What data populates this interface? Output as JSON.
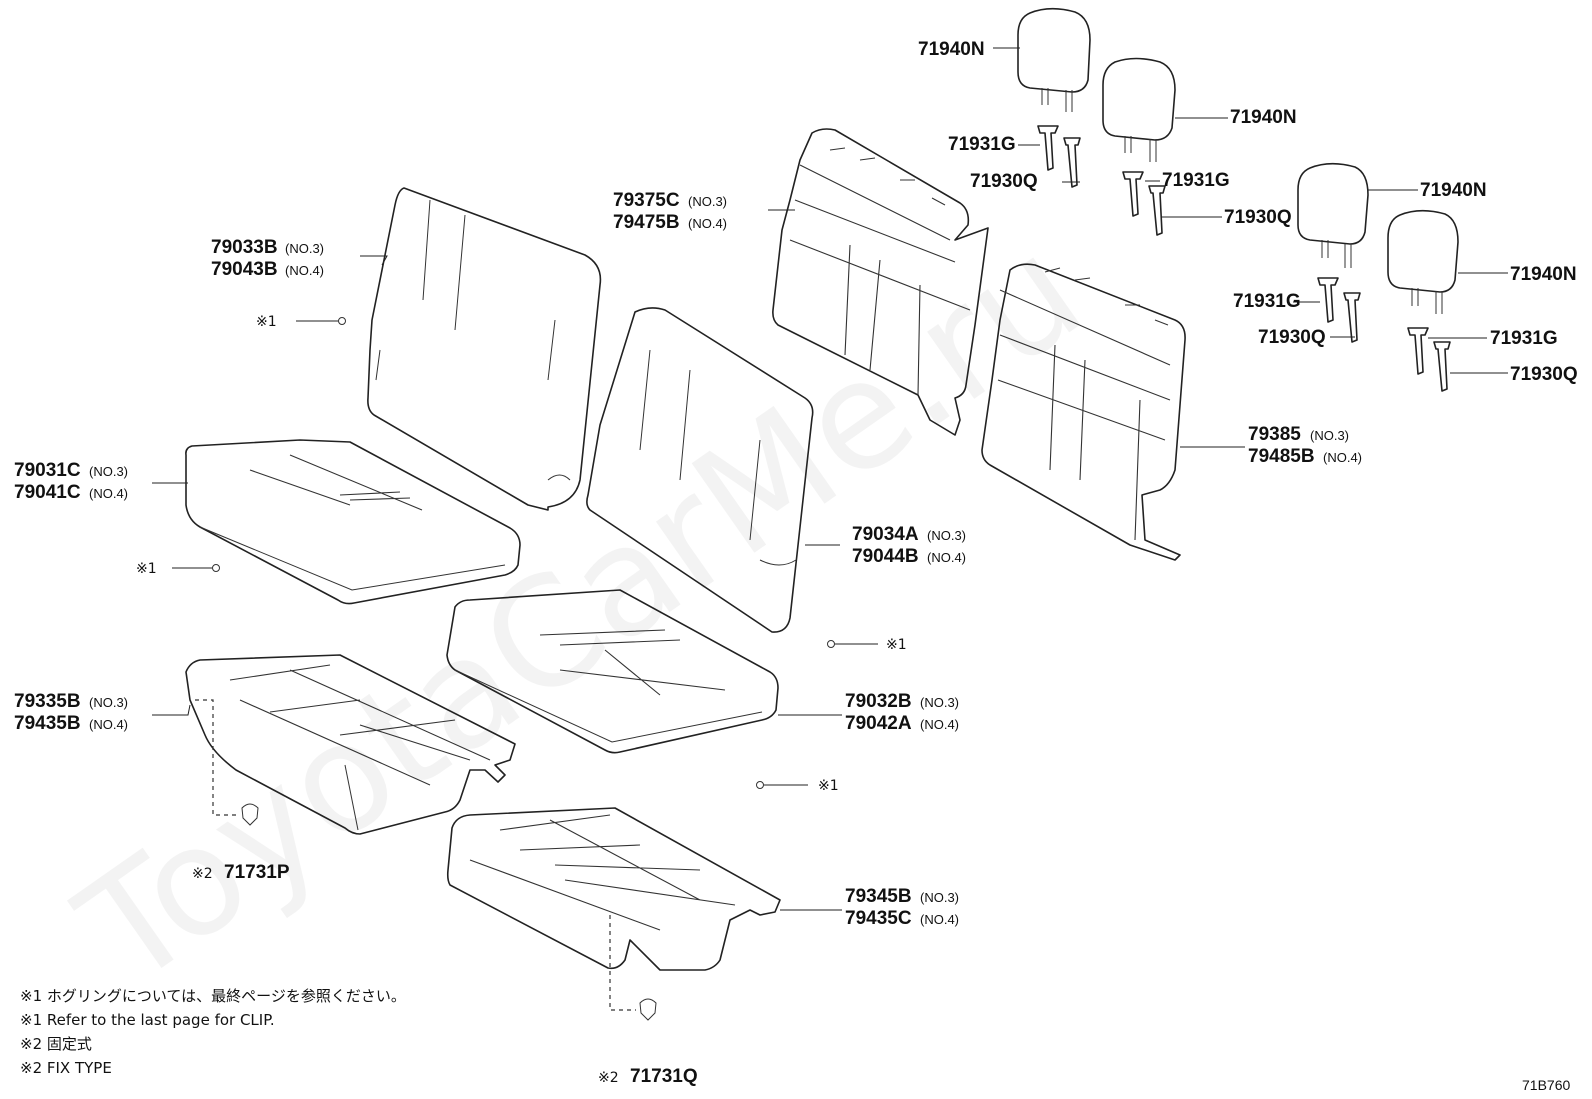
{
  "watermark": "ToyotaCarMe.ru",
  "diagram_code": "71B760",
  "callouts": [
    {
      "id": "c1",
      "lines": [
        [
          "79033B",
          "(NO.3)"
        ],
        [
          "79043B",
          "(NO.4)"
        ]
      ]
    },
    {
      "id": "c2",
      "lines": [
        [
          "79031C",
          "(NO.3)"
        ],
        [
          "79041C",
          "(NO.4)"
        ]
      ]
    },
    {
      "id": "c3",
      "lines": [
        [
          "79335B",
          "(NO.3)"
        ],
        [
          "79435B",
          "(NO.4)"
        ]
      ]
    },
    {
      "id": "c4",
      "lines": [
        [
          "79375C",
          "(NO.3)"
        ],
        [
          "79475B",
          "(NO.4)"
        ]
      ]
    },
    {
      "id": "c5",
      "lines": [
        [
          "79034A",
          "(NO.3)"
        ],
        [
          "79044B",
          "(NO.4)"
        ]
      ]
    },
    {
      "id": "c6",
      "lines": [
        [
          "79032B",
          "(NO.3)"
        ],
        [
          "79042A",
          "(NO.4)"
        ]
      ]
    },
    {
      "id": "c7",
      "lines": [
        [
          "79345B",
          "(NO.3)"
        ],
        [
          "79435C",
          "(NO.4)"
        ]
      ]
    },
    {
      "id": "c8",
      "lines": [
        [
          "79385",
          "(NO.3)"
        ],
        [
          "79485B",
          "(NO.4)"
        ]
      ]
    }
  ],
  "headrest_parts": {
    "p71940N": "71940N",
    "p71931G": "71931G",
    "p71930Q": "71930Q"
  },
  "fasteners": {
    "p71731P": "71731P",
    "p71731Q": "71731Q",
    "mark2": "※2"
  },
  "clip_mark": "※1",
  "notes": [
    "※1 ホグリングについては、最終ページを参照ください。",
    "※1 Refer to the last page for CLIP.",
    "※2 固定式",
    "※2 FIX TYPE"
  ]
}
